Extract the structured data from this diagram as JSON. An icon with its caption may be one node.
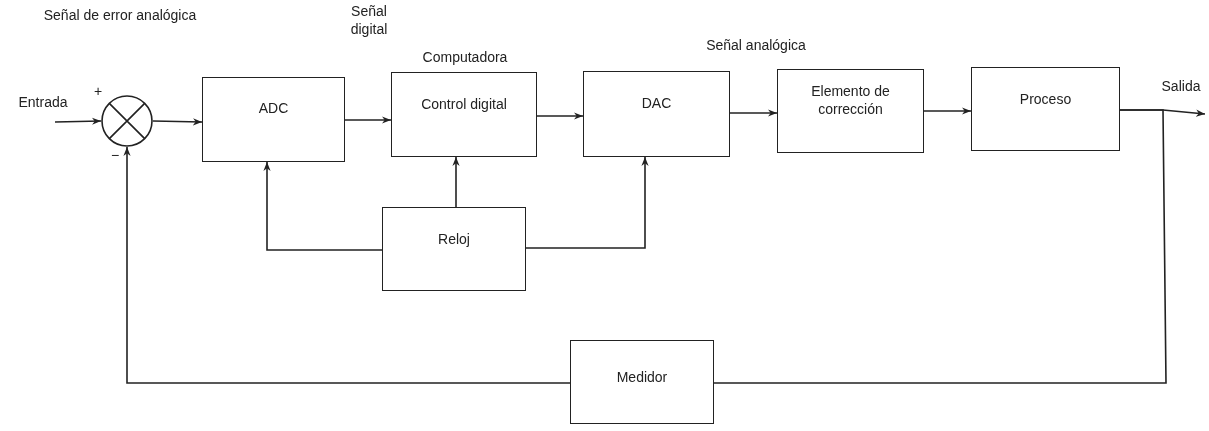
{
  "diagram": {
    "nodes": [
      {
        "text": [],
        "shape": "circle"
      },
      {
        "text": [
          "ADC"
        ]
      },
      {
        "text": [
          "Control digital"
        ],
        "beside": [
          "Computadora"
        ]
      },
      {
        "text": [
          "DAC"
        ]
      },
      {
        "text": [
          "Elemento de corrección"
        ]
      },
      {
        "text": [
          "Proceso"
        ]
      },
      {
        "text": [
          "Reloj"
        ]
      },
      {
        "text": [
          "Medidor"
        ]
      }
    ],
    "edges": [
      {
        "from": null,
        "to": 0,
        "arrow": "to"
      },
      {
        "from": 0,
        "to": 1,
        "arrow": "to"
      },
      {
        "from": 1,
        "to": 2,
        "arrow": "to"
      },
      {
        "from": 2,
        "to": 3,
        "arrow": "to"
      },
      {
        "from": 3,
        "to": 4,
        "arrow": "to"
      },
      {
        "from": 4,
        "to": 5,
        "arrow": "to"
      },
      {
        "from": 5,
        "to": null,
        "arrow": "to"
      },
      {
        "from": 6,
        "to": 1,
        "arrow": "to"
      },
      {
        "from": 6,
        "to": 2,
        "arrow": "to"
      },
      {
        "from": 6,
        "to": 3,
        "arrow": "to"
      },
      {
        "from": 5,
        "to": 7,
        "arrow": "none"
      },
      {
        "from": 7,
        "to": 0,
        "arrow": "to"
      }
    ],
    "labels": [
      "Señal digital",
      "Señal de error analógica",
      "Señal analógica",
      "Entrada",
      "+",
      "Salida",
      "−"
    ]
  }
}
